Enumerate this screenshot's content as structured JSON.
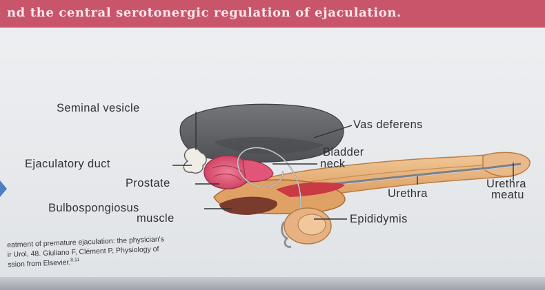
{
  "header": {
    "title": "nd the central serotonergic regulation of ejaculation."
  },
  "labels": {
    "seminal_vesicle": "Seminal vesicle",
    "vas_deferens": "Vas deferens",
    "bladder_neck_1": "Bladder",
    "bladder_neck_2": "neck",
    "ejaculatory_duct": "Ejaculatory duct",
    "prostate": "Prostate",
    "urethra": "Urethra",
    "urethral_meatus_1": "Urethra",
    "urethral_meatus_2": "meatu",
    "bulbospongiosus_1": "Bulbospongiosus",
    "bulbospongiosus_2": "muscle",
    "epididymis": "Epididymis"
  },
  "caption": {
    "line1": "eatment of premature ejaculation: the physician's",
    "line2": "ir Urol, 48. Giuliano F, Clément P, Physiology of",
    "line3": "ssion from Elsevier.",
    "ref": "8,11"
  },
  "colors": {
    "title_bar": "#c9556a",
    "bladder": "#5e5f63",
    "prostate": "#d84f6e",
    "penis": "#e9b47c",
    "muscle": "#7a3a2c"
  }
}
